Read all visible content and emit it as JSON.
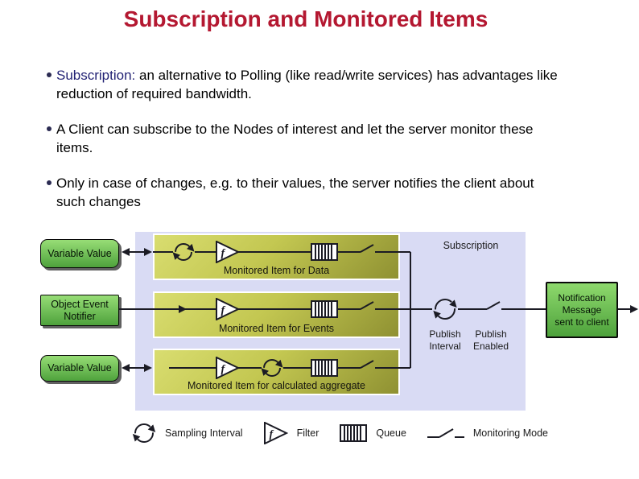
{
  "title": "Subscription and Monitored Items",
  "bullets": [
    {
      "keyword": "Subscription:",
      "text": "  an alternative to Polling (like read/write services) has advantages like reduction of required bandwidth."
    },
    {
      "keyword": "",
      "text": " A Client can subscribe to the Nodes of interest and let the server monitor these items."
    },
    {
      "keyword": "",
      "text": " Only in case of changes, e.g. to their values, the server notifies the client about such changes"
    }
  ],
  "diagram": {
    "subscription_label": "Subscription",
    "variable_value_label": "Variable Value",
    "object_event": {
      "line1": "Object Event",
      "line2": "Notifier"
    },
    "monitored_items": [
      "Monitored Item for Data",
      "Monitored Item for Events",
      "Monitored Item for calculated aggregate"
    ],
    "publish_interval": {
      "line1": "Publish",
      "line2": "Interval"
    },
    "publish_enabled": {
      "line1": "Publish",
      "line2": "Enabled"
    },
    "notification": {
      "line1": "Notification",
      "line2": "Message",
      "line3": "sent to client"
    },
    "filter_letter": "f",
    "legend": [
      {
        "icon": "sampling-interval-icon",
        "label": "Sampling Interval"
      },
      {
        "icon": "filter-icon",
        "label": "Filter"
      },
      {
        "icon": "queue-icon",
        "label": "Queue"
      },
      {
        "icon": "monitoring-mode-icon",
        "label": "Monitoring Mode"
      }
    ]
  },
  "colors": {
    "title_red": "#b41831",
    "keyword_navy": "#232375",
    "lavender_area": "#d9dbf4",
    "olive_light": "#d9dd70",
    "olive_dark": "#8f9132",
    "green_light": "#97dd76",
    "green_dark": "#4ea23c",
    "line_black": "#1b1b24",
    "background": "#ffffff"
  }
}
